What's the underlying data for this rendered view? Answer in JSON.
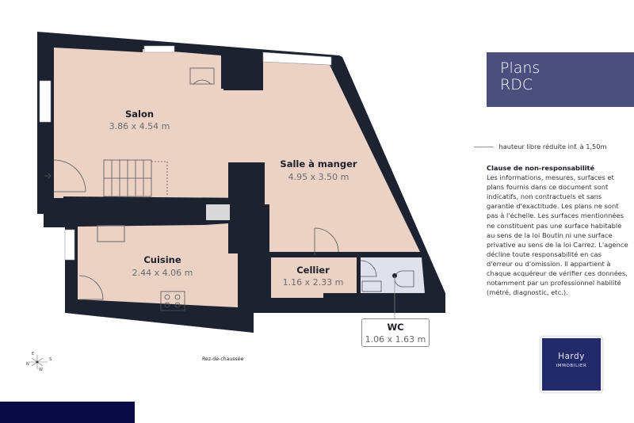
{
  "header": {
    "title_line1": "Plans",
    "title_line2": "RDC"
  },
  "legend": {
    "dash": "----------",
    "text": "hauteur libre réduite inf. à 1,50m"
  },
  "disclaimer": {
    "heading": "Clause de non-responsabilité",
    "body": "Les informations, mesures, surfaces et plans fournis dans ce document sont indicatifs, non contractuels et sans garantie d'exactitude. Les plans ne sont pas à l'échelle. Les surfaces mentionnées ne constituent pas une surface habitable au sens de la loi Boutin ni une surface privative au sens de la loi Carrez. L'agence décline toute responsabilité en cas d'erreur ou d'omission. Il appartient à chaque acquéreur de vérifier ces données, notamment par un professionnel habilité (métré, diagnostic, etc.)."
  },
  "logo": {
    "name": "Hardy",
    "subtitle": "IMMOBILIER"
  },
  "plan": {
    "level_label": "Rez-de-chaussée",
    "rooms": [
      {
        "name": "Salon",
        "dims": "3.86 x 4.54 m"
      },
      {
        "name": "Salle à manger",
        "dims": "4.95 x 3.50 m"
      },
      {
        "name": "Cuisine",
        "dims": "2.44 x 4.06 m"
      },
      {
        "name": "Cellier",
        "dims": "1.16 x 2.33 m"
      },
      {
        "name": "WC",
        "dims": "1.06 x 1.63 m"
      }
    ],
    "compass": {
      "e": "E",
      "s": "S",
      "n": "N",
      "w": "W"
    }
  },
  "colors": {
    "wall": "#1c2230",
    "floor": "#ebd2c4",
    "wet_room": "#dfe1ec",
    "title_bg": "#4c4f7e",
    "logo_bg": "#222a6b",
    "bottom_bar": "#0a0a45"
  }
}
